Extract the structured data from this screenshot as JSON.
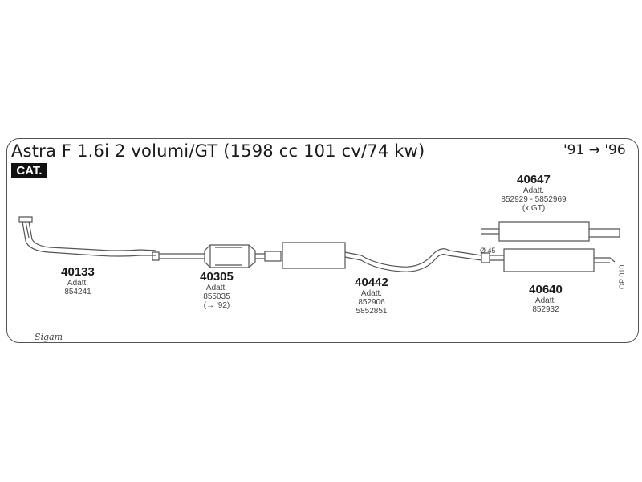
{
  "header": {
    "title": "Astra F 1.6i 2 volumi/GT (1598 cc 101 cv/74 kw)",
    "years": "'91 → '96",
    "cat_badge": "CAT."
  },
  "parts": [
    {
      "number": "40133",
      "lines": [
        "Adatt.",
        "854241"
      ]
    },
    {
      "number": "40305",
      "lines": [
        "Adatt.",
        "855035",
        "(→ '92)"
      ]
    },
    {
      "number": "40442",
      "lines": [
        "Adatt.",
        "852906",
        "5852851"
      ]
    },
    {
      "number": "40647",
      "lines": [
        "Adatt.",
        "852929 - 5852969",
        "(x GT)"
      ]
    },
    {
      "number": "40640",
      "lines": [
        "Adatt.",
        "852932"
      ]
    }
  ],
  "diameter_label": "Ø 45",
  "diagram_code": "OP 010",
  "brand": "Sigam"
}
